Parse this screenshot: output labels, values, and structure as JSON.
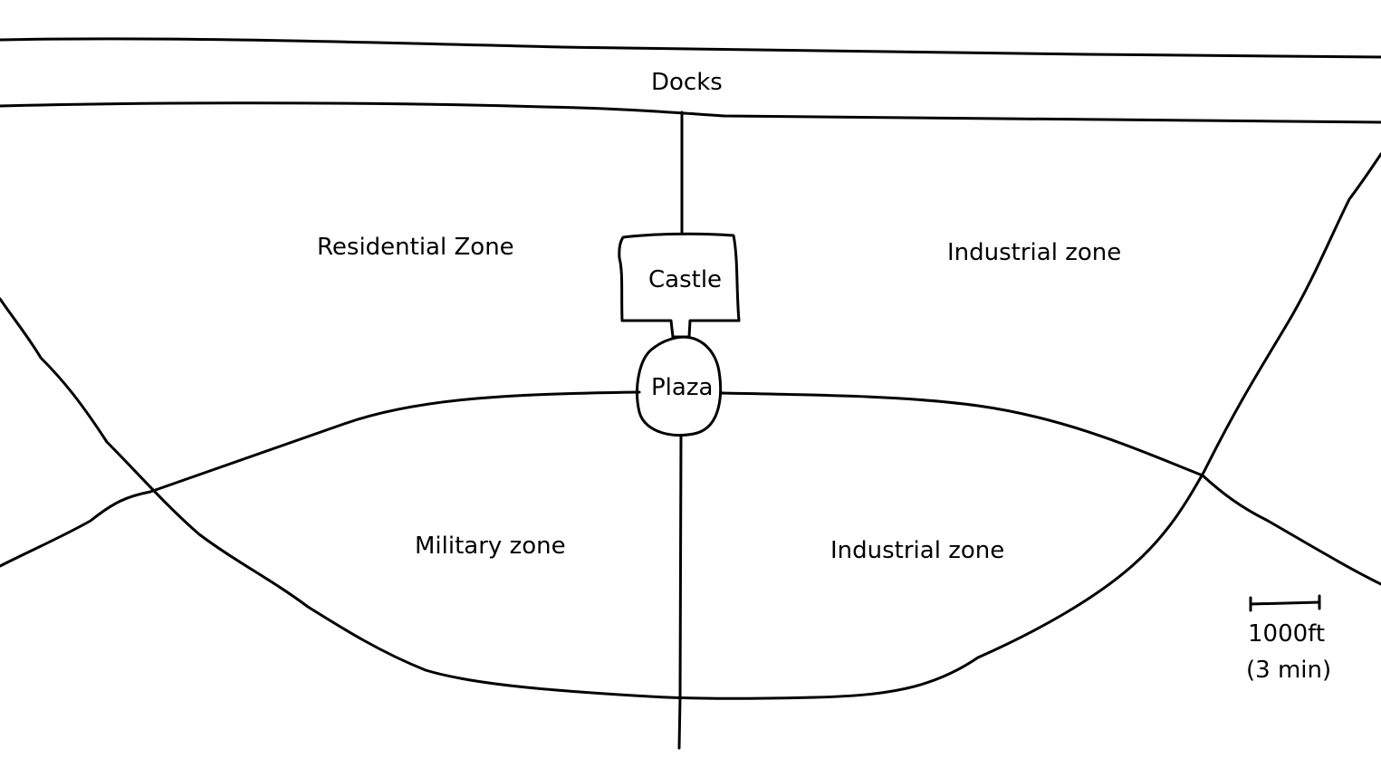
{
  "labels": {
    "docks": "Docks",
    "residential_zone": "Residential Zone",
    "industrial_zone_north": "Industrial zone",
    "castle": "Castle",
    "plaza": "Plaza",
    "military_zone": "Military zone",
    "industrial_zone_south": "Industrial zone"
  },
  "scale": {
    "distance": "1000ft",
    "time": "(3 min)"
  },
  "colors": {
    "line": "#000000",
    "background": "#ffffff"
  }
}
